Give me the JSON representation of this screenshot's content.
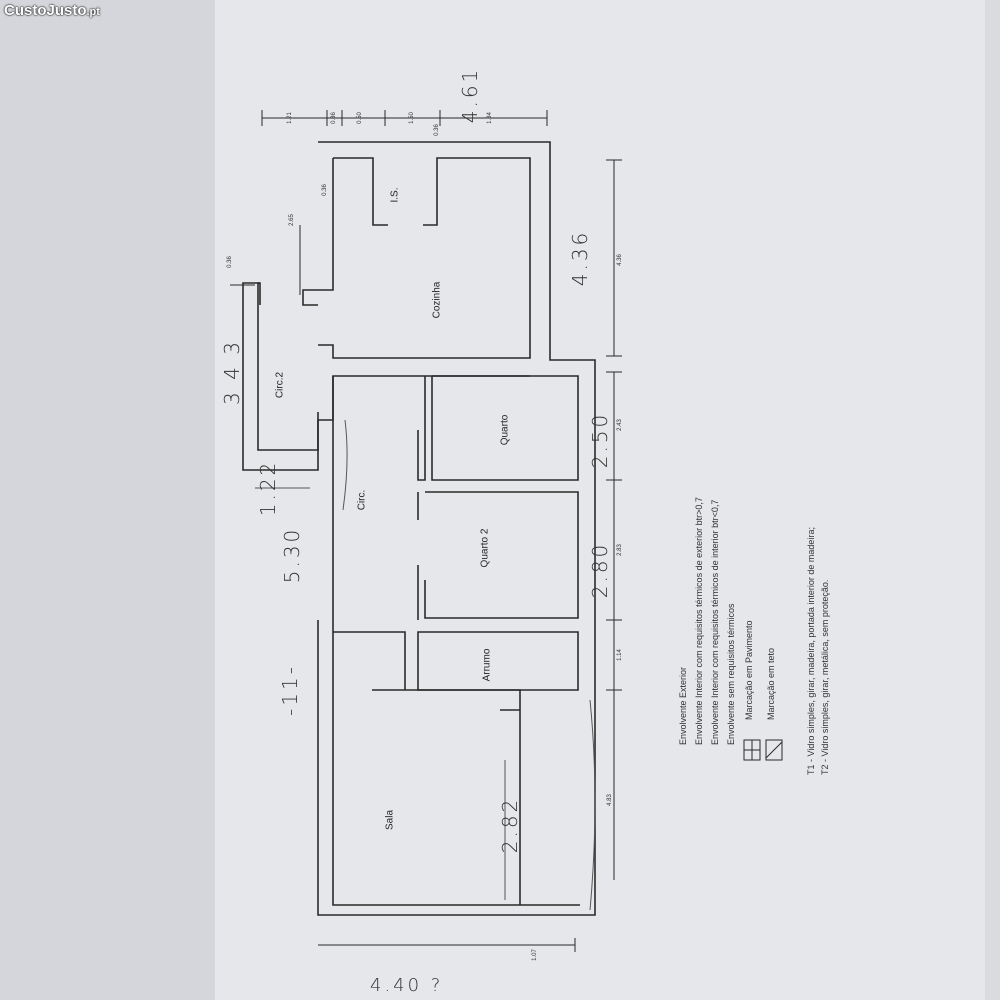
{
  "watermark": {
    "brand": "CustoJusto",
    "suffix": ".pt"
  },
  "rooms": [
    {
      "name": "Cozinha"
    },
    {
      "name": "I.S."
    },
    {
      "name": "Circ.2"
    },
    {
      "name": "Quarto"
    },
    {
      "name": "Circ."
    },
    {
      "name": "Quarto 2"
    },
    {
      "name": "Arrumo"
    },
    {
      "name": "Sala"
    }
  ],
  "dimensions": {
    "top": [
      "1.21",
      "0.36",
      "0.50",
      "1.50",
      "0.36",
      "1.84"
    ],
    "left_small": "0.36",
    "kitchen_inner": "0.36",
    "window": "2.65",
    "right": [
      "4.36",
      "2.43",
      "2.83",
      "1.14",
      "4.83"
    ],
    "bottom": "1.07"
  },
  "handwritten": {
    "top": "4.61",
    "kitchen": "4.36",
    "circ2": "3 4 3",
    "step": "1.22",
    "left": "5.30",
    "left_mark": "-11-",
    "quarto": "2.50",
    "quarto2": "2.80",
    "sala": "2.82",
    "bottom": "4.40 ?"
  },
  "legend": [
    "Envolvente Exterior",
    "Envolvente Interior com requisitos térmicos de exterior btr>0,7",
    "Envolvente Interior com requisitos térmicos de interior btr<0,7",
    "Envolvente sem requisitos térmicos",
    "Marcação em Pavimento",
    "Marcação em teto"
  ],
  "notes": [
    "T1 - Vidro simples, girar, madeira, portada interior de madeira;",
    "T2 - Vidro simples, girar, metálica, sem proteção."
  ],
  "colors": {
    "line": "#2a2a2a",
    "paper": "#e6e7eb"
  }
}
